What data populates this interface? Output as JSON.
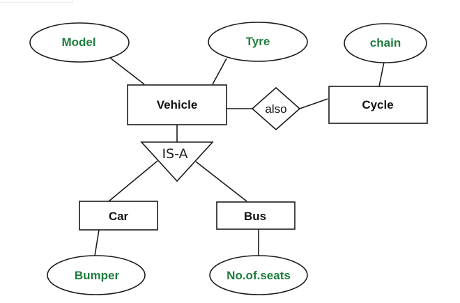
{
  "diagram": {
    "type": "ER diagram with specialization",
    "entities": {
      "vehicle": "Vehicle",
      "cycle": "Cycle",
      "car": "Car",
      "bus": "Bus"
    },
    "attributes": {
      "model": "Model",
      "tyre": "Tyre",
      "chain": "chain",
      "bumper": "Bumper",
      "seats": "No.of.seats"
    },
    "relationships": {
      "also": "also"
    },
    "specialization": {
      "isa": "IS-A"
    },
    "colors": {
      "attribute_text": "#1e7d3c",
      "entity_text": "#111111",
      "stroke": "#1a1a1a"
    }
  }
}
